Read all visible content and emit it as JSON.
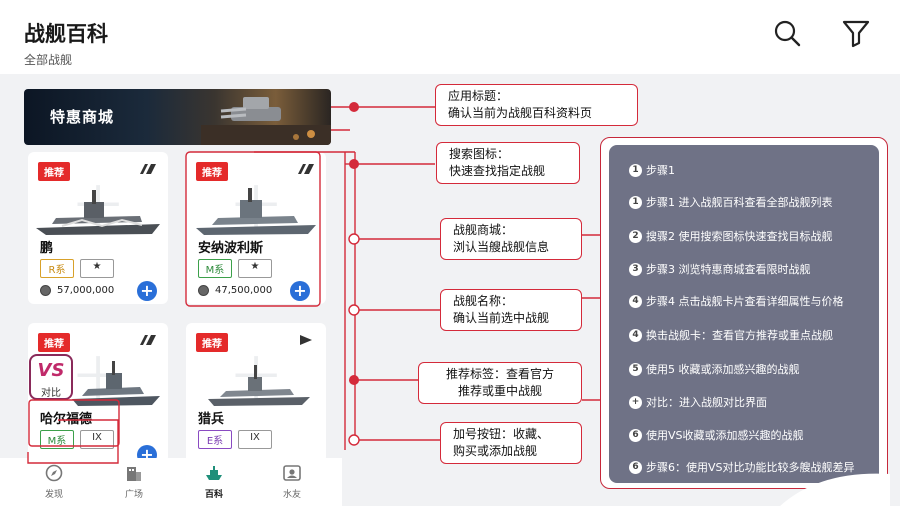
{
  "header": {
    "title": "战舰百科",
    "subtitle": "全部战舰"
  },
  "banner": {
    "title": "特惠商城"
  },
  "cards": [
    {
      "tag": "推荐",
      "name": "鹏",
      "badges": [
        "R系",
        "★"
      ],
      "price": "57,000,000"
    },
    {
      "tag": "推荐",
      "name": "安纳波利斯",
      "badges": [
        "M系",
        "★"
      ],
      "price": "47,500,000"
    },
    {
      "tag": "推荐",
      "name": "哈尔福德",
      "badges": [
        "M系",
        "IX"
      ]
    },
    {
      "tag": "推荐",
      "name": "猎兵",
      "badges": [
        "E系",
        "IX"
      ]
    }
  ],
  "vs": {
    "text": "VS",
    "label": "对比"
  },
  "nav": [
    {
      "label": "发现",
      "icon": "compass-icon"
    },
    {
      "label": "广场",
      "icon": "building-icon"
    },
    {
      "label": "百科",
      "icon": "ship-icon"
    },
    {
      "label": "水友",
      "icon": "profile-card-icon"
    }
  ],
  "callouts": [
    "应用标题：\n确认当前为战舰百科资料页",
    "搜索图标：\n快速查找指定战舰",
    "战舰商城：\n浏认当艘战舰信息",
    "战舰名称：\n确认当前选中战舰",
    "推荐标签：查看官方\n推荐或重中战舰",
    "加号按钮：收藏、\n购买或添加战舰"
  ],
  "steps": [
    {
      "num": "1",
      "text": "步骤1"
    },
    {
      "num": "1",
      "text": "步骤1 进入战舰百科查看全部战舰列表"
    },
    {
      "num": "2",
      "text": "搜骤2 使用搜索图标快速查找目标战舰"
    },
    {
      "num": "3",
      "text": "步骤3 浏览特惠商城查看限时战舰"
    },
    {
      "num": "4",
      "text": "步骤4 点击战舰卡片查看详细属性与价格"
    },
    {
      "num": "4",
      "text": "换击战舰卡：查看官方推荐或重点战舰"
    },
    {
      "num": "5",
      "text": "使用5 收藏或添加感兴趣的战舰"
    },
    {
      "num": "+",
      "text": "对比：进入战舰对比界面"
    },
    {
      "num": "6",
      "text": "使用VS收藏或添加感兴趣的战舰"
    },
    {
      "num": "6",
      "text": "步骤6：使用VS对比功能比较多艘战舰差异"
    }
  ],
  "colors": {
    "accent_red": "#d42a3a",
    "tag_red": "#e42a2a",
    "add_blue": "#2a6fd8",
    "panel": "#6f7286"
  }
}
